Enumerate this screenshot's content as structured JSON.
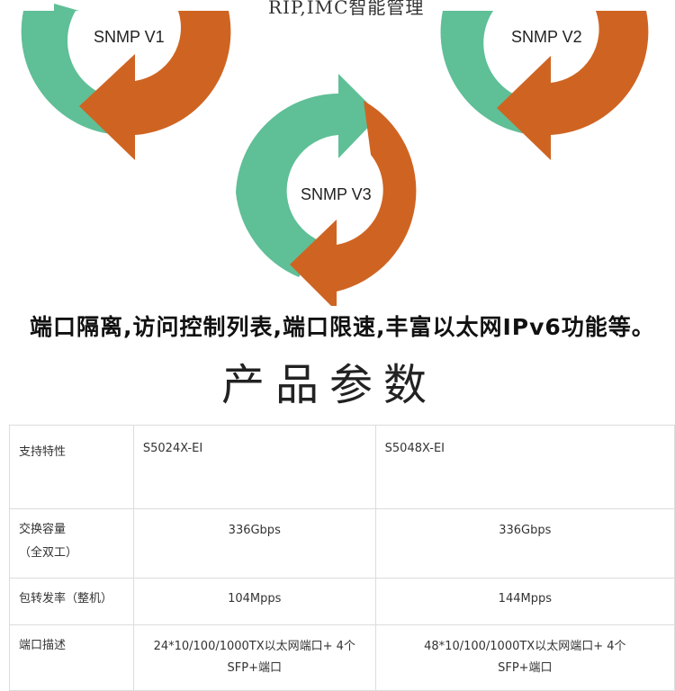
{
  "diagram": {
    "caption": "RIP,IMC智能管理",
    "cycles": [
      {
        "label": "SNMP V1"
      },
      {
        "label": "SNMP V2"
      },
      {
        "label": "SNMP V3"
      }
    ],
    "colors": {
      "green": "#5fbf97",
      "orange": "#cf6422"
    }
  },
  "features": {
    "text": "端口隔离,访问控制列表,端口限速,丰富以太网IPv6功能等。"
  },
  "section": {
    "title": "产品参数"
  },
  "params_table": {
    "header": [
      "支持特性",
      "S5024X-EI",
      "S5048X-EI"
    ],
    "rows": [
      {
        "label_line1": "交换容量",
        "label_line2": "（全双工）",
        "v1": "336Gbps",
        "v2": "336Gbps"
      },
      {
        "label_line1": "包转发率（整机）",
        "v1": "104Mpps",
        "v2": "144Mpps"
      },
      {
        "label_line1": "端口描述",
        "v1_line1": "24*10/100/1000TX以太网端口+ 4个",
        "v1_line2": "SFP+端口",
        "v2_line1": "48*10/100/1000TX以太网端口+ 4个",
        "v2_line2": "SFP+端口"
      }
    ]
  }
}
